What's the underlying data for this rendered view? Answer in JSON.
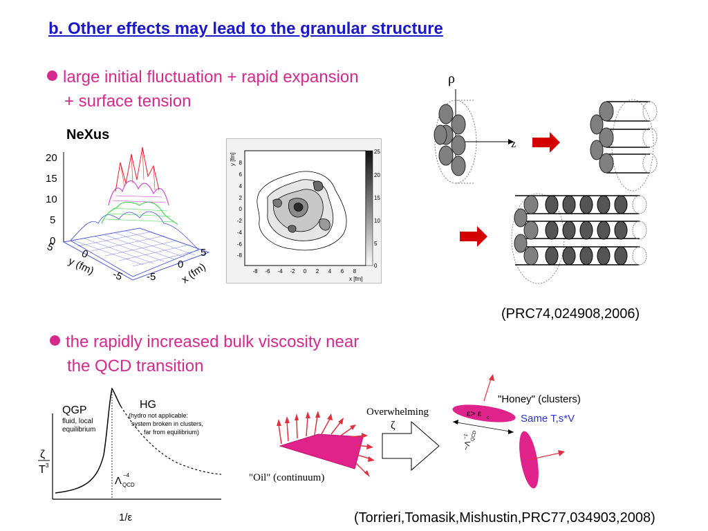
{
  "slide": {
    "title": "b.  Other effects may lead to the granular structure",
    "bullet1": {
      "line1": "large initial fluctuation + rapid expansion",
      "line2": "+ surface tension"
    },
    "nexus_label": "NeXus",
    "surface_plot": {
      "z_ticks": [
        "20",
        "15",
        "10",
        "5",
        "0"
      ],
      "y_label": "y (fm)",
      "x_label": "x (fm)",
      "y_ticks": [
        "-5",
        "0",
        "5"
      ],
      "x_ticks": [
        "-5",
        "0",
        "5"
      ]
    },
    "contour_plot": {
      "y_label": "y [fm]",
      "x_label": "x [fm]",
      "y_ticks": [
        "8",
        "6",
        "4",
        "2",
        "0",
        "-2",
        "-4",
        "-6",
        "-8"
      ],
      "x_ticks": [
        "-8",
        "-6",
        "-4",
        "-2",
        "0",
        "2",
        "4",
        "6",
        "8"
      ],
      "colorbar_ticks": [
        "25",
        "20",
        "15",
        "10",
        "5",
        "0"
      ]
    },
    "tube_diagram": {
      "rho_label": "ρ",
      "z_label": "z"
    },
    "citation1": "(PRC74,024908,2006)",
    "bullet2": {
      "line1": "the rapidly increased bulk viscosity near",
      "line2": "the QCD transition"
    },
    "viscosity_plot": {
      "qgp": "QGP",
      "qgp_note": [
        "fluid, local",
        "equilibrium"
      ],
      "hg": "HG",
      "hg_note": [
        "(hydro not applicable:",
        "system broken in clusters,",
        "far from equilibrium)"
      ],
      "zeta": "ζ",
      "t3": "T",
      "t3_exp": "3",
      "lambda": "Λ",
      "lambda_exp": "−4",
      "lambda_sub": "QCD",
      "x_axis": "1/ε"
    },
    "oil_honey": {
      "overwhelming": "Overwhelming",
      "zeta": "ζ",
      "oil": "\"Oil\" (continuum)",
      "honey": "\"Honey\" (clusters)",
      "same": "Same T,s*V",
      "eps": "ε> ε",
      "eps_sub": "c",
      "lambda": "~Λ",
      "lambda_exp": "−1",
      "lambda_sub": "QCD"
    },
    "citation2": "(Torrieri,Tomasik,Mishustin,PRC77,034903,2008)"
  },
  "colors": {
    "title": "#1a17c8",
    "bullet": "#d42a8e",
    "arrow": "#d40000"
  }
}
